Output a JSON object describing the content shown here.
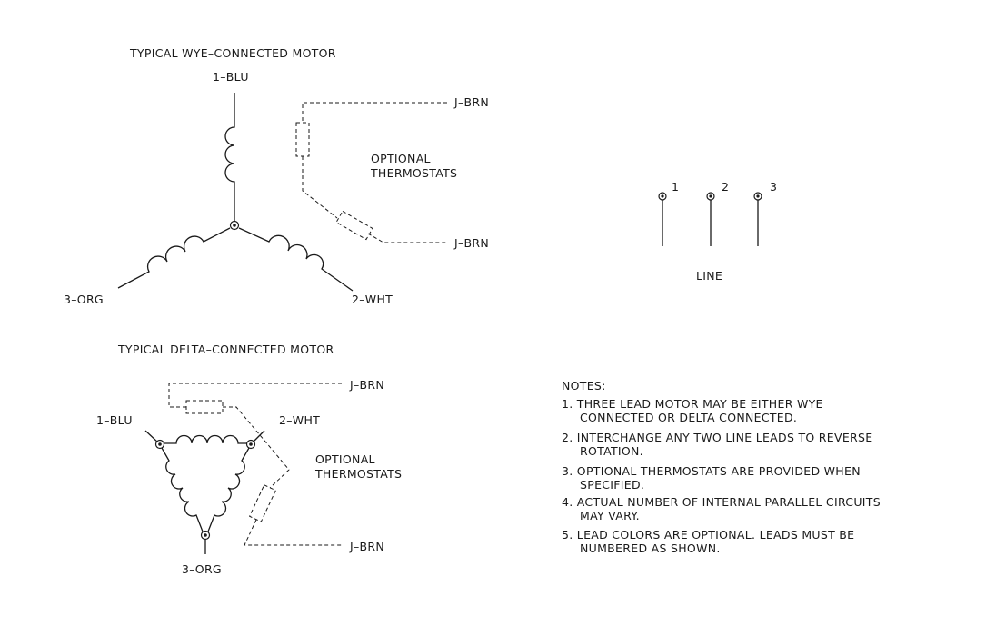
{
  "wye": {
    "title": "TYPICAL WYE–CONNECTED MOTOR",
    "lead1": "1–BLU",
    "lead2": "2–WHT",
    "lead3": "3–ORG",
    "thermo_top": "J–BRN",
    "thermo_bottom": "J–BRN",
    "thermo_label_line1": "OPTIONAL",
    "thermo_label_line2": "THERMOSTATS"
  },
  "delta": {
    "title": "TYPICAL DELTA–CONNECTED MOTOR",
    "lead1": "1–BLU",
    "lead2": "2–WHT",
    "lead3": "3–ORG",
    "thermo_top": "J–BRN",
    "thermo_bottom": "J–BRN",
    "thermo_label_line1": "OPTIONAL",
    "thermo_label_line2": "THERMOSTATS"
  },
  "line": {
    "label": "LINE",
    "t1": "1",
    "t2": "2",
    "t3": "3"
  },
  "notes": {
    "heading": "NOTES:",
    "n1_line1": "1.  THREE LEAD MOTOR MAY BE EITHER WYE",
    "n1_line2": "CONNECTED OR DELTA CONNECTED.",
    "n2_line1": "2.  INTERCHANGE ANY TWO LINE LEADS TO REVERSE",
    "n2_line2": "ROTATION.",
    "n3_line1": "3.  OPTIONAL THERMOSTATS ARE PROVIDED WHEN",
    "n3_line2": "SPECIFIED.",
    "n4_line1": "4.  ACTUAL NUMBER OF INTERNAL PARALLEL CIRCUITS",
    "n4_line2": "MAY VARY.",
    "n5_line1": "5.  LEAD COLORS ARE OPTIONAL.   LEADS MUST BE",
    "n5_line2": "NUMBERED AS SHOWN."
  }
}
